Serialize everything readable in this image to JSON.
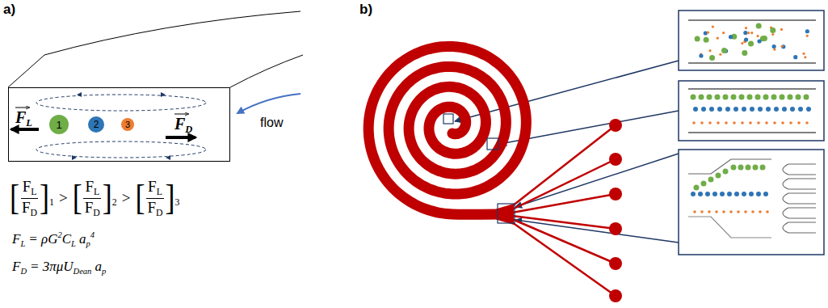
{
  "diagram": {
    "nodes": [
      {
        "text": [
          "F",
          "L",
          "F",
          "D"
        ]
      },
      {
        "text": [
          "1"
        ],
        "in": 0
      },
      {
        "text": [
          "2"
        ],
        "in": 0
      },
      {
        "text": [
          "3"
        ],
        "in": 0
      }
    ],
    "labels": [
      "a)",
      "flow",
      "[",
      "F",
      "L",
      "F",
      "D",
      "]",
      "1",
      ">",
      "[",
      "F",
      "L",
      "F",
      "D",
      "]",
      "2",
      ">",
      "[",
      "F",
      "L",
      "F",
      "D",
      "]",
      "3",
      "F",
      "L",
      "= ρG",
      "2",
      "C",
      "L",
      "a",
      "p",
      "4",
      "F",
      "D",
      "= 3πμU",
      "Dean",
      "a",
      "p",
      "b)"
    ]
  }
}
